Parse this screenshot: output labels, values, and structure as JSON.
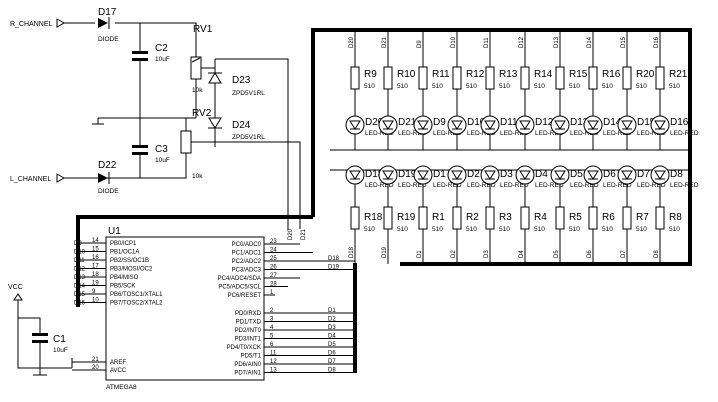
{
  "inputs": {
    "r_channel": "R_CHANNEL",
    "l_channel": "L_CHANNEL",
    "vcc": "VCC"
  },
  "components": {
    "d17": {
      "ref": "D17",
      "value": "DIODE"
    },
    "d22": {
      "ref": "D22",
      "value": "DIODE"
    },
    "c2": {
      "ref": "C2",
      "value": "10uF"
    },
    "c3": {
      "ref": "C3",
      "value": "10uF"
    },
    "c1": {
      "ref": "C1",
      "value": "10uF"
    },
    "rv1": {
      "ref": "RV1",
      "value": "10k"
    },
    "rv2": {
      "ref": "RV2",
      "value": "10k"
    },
    "d23": {
      "ref": "D23",
      "value": "ZPD5V1RL"
    },
    "d24": {
      "ref": "D24",
      "value": "ZPD5V1RL"
    }
  },
  "mcu": {
    "ref": "U1",
    "part": "ATMEGA8",
    "left_pins": [
      {
        "net": "D9",
        "num": "14",
        "name": "PB0/ICP1"
      },
      {
        "net": "D10",
        "num": "15",
        "name": "PB1/OC1A"
      },
      {
        "net": "D11",
        "num": "16",
        "name": "PB2/SS/OC1B"
      },
      {
        "net": "D12",
        "num": "17",
        "name": "PB3/MOSI/OC2"
      },
      {
        "net": "D13",
        "num": "18",
        "name": "PB4/MISO"
      },
      {
        "net": "D14",
        "num": "19",
        "name": "PB5/SCK"
      },
      {
        "net": "D15",
        "num": "9",
        "name": "PB6/TOSC1/XTAL1"
      },
      {
        "net": "D16",
        "num": "10",
        "name": "PB7/TOSC2/XTAL2"
      }
    ],
    "left_bottom_pins": [
      {
        "num": "21",
        "name": "AREF"
      },
      {
        "num": "20",
        "name": "AVCC"
      }
    ],
    "right_top_pins": [
      {
        "num": "23",
        "name": "PC0/ADC0",
        "net": "D20"
      },
      {
        "num": "24",
        "name": "PC1/ADC1",
        "net": "D21"
      },
      {
        "num": "25",
        "name": "PC2/ADC2",
        "net": "D18"
      },
      {
        "num": "26",
        "name": "PC3/ADC3",
        "net": "D19"
      },
      {
        "num": "27",
        "name": "PC4/ADC4/SDA",
        "net": ""
      },
      {
        "num": "28",
        "name": "PC5/ADC5/SCL",
        "net": ""
      },
      {
        "num": "1",
        "name": "PC6/RESET",
        "net": ""
      }
    ],
    "right_bottom_pins": [
      {
        "num": "2",
        "name": "PD0/RXD",
        "net": "D1"
      },
      {
        "num": "3",
        "name": "PD1/TXD",
        "net": "D2"
      },
      {
        "num": "4",
        "name": "PD2/INT0",
        "net": "D3"
      },
      {
        "num": "5",
        "name": "PD3/INT1",
        "net": "D4"
      },
      {
        "num": "6",
        "name": "PD4/T0/XCK",
        "net": "D5"
      },
      {
        "num": "11",
        "name": "PD5/T1",
        "net": "D6"
      },
      {
        "num": "12",
        "name": "PD6/AIN0",
        "net": "D7"
      },
      {
        "num": "13",
        "name": "PD7/AIN1",
        "net": "D8"
      }
    ]
  },
  "led_matrix": {
    "resistor_value": "510",
    "led_value": "LED-RED",
    "top_columns": [
      {
        "net": "D20",
        "res": "R9",
        "led": "D20"
      },
      {
        "net": "D21",
        "res": "R10",
        "led": "D21"
      },
      {
        "net": "D9",
        "res": "R11",
        "led": "D9"
      },
      {
        "net": "D10",
        "res": "R12",
        "led": "D10"
      },
      {
        "net": "D11",
        "res": "R13",
        "led": "D11"
      },
      {
        "net": "D12",
        "res": "R14",
        "led": "D12"
      },
      {
        "net": "D13",
        "res": "R15",
        "led": "D13"
      },
      {
        "net": "D14",
        "res": "R16",
        "led": "D14"
      },
      {
        "net": "D15",
        "res": "R20",
        "led": "D15"
      },
      {
        "net": "D16",
        "res": "R21",
        "led": "D16"
      }
    ],
    "bottom_columns": [
      {
        "net": "D18",
        "res": "R18",
        "led": "D18"
      },
      {
        "net": "D19",
        "res": "R19",
        "led": "D19"
      },
      {
        "net": "D1",
        "res": "R1",
        "led": "D1"
      },
      {
        "net": "D2",
        "res": "R2",
        "led": "D2"
      },
      {
        "net": "D3",
        "res": "R3",
        "led": "D3"
      },
      {
        "net": "D4",
        "res": "R4",
        "led": "D4"
      },
      {
        "net": "D5",
        "res": "R5",
        "led": "D5"
      },
      {
        "net": "D6",
        "res": "R6",
        "led": "D6"
      },
      {
        "net": "D7",
        "res": "R7",
        "led": "D7"
      },
      {
        "net": "D8",
        "res": "R8",
        "led": "D8"
      }
    ]
  }
}
